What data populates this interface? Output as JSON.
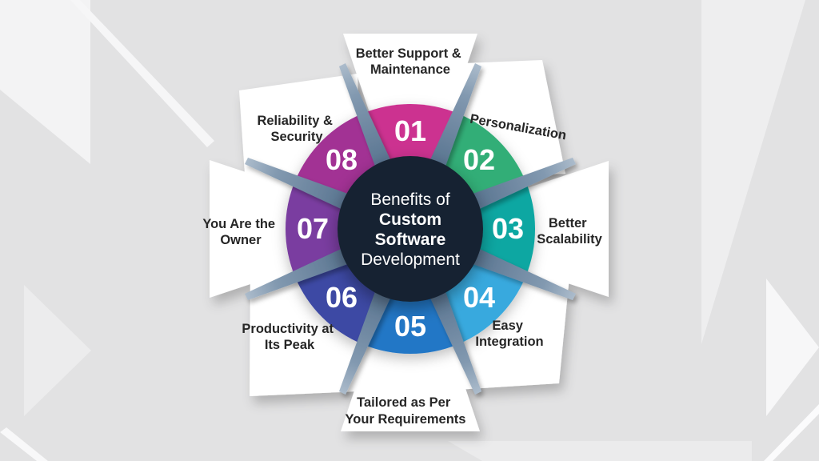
{
  "title": {
    "line1": "Benefits of",
    "line2": "Custom",
    "line3": "Software",
    "line4": "Development"
  },
  "items": [
    {
      "num": "01",
      "label_lines": [
        "Better Support &",
        "Maintenance"
      ],
      "color": "#cc3090"
    },
    {
      "num": "02",
      "label_lines": [
        "Personalization"
      ],
      "color": "#31ae77"
    },
    {
      "num": "03",
      "label_lines": [
        "Better",
        "Scalability"
      ],
      "color": "#10a7a2"
    },
    {
      "num": "04",
      "label_lines": [
        "Easy",
        "Integration"
      ],
      "color": "#38a9de"
    },
    {
      "num": "05",
      "label_lines": [
        "Tailored as Per",
        "Your Requirements"
      ],
      "color": "#2277c6"
    },
    {
      "num": "06",
      "label_lines": [
        "Productivity at",
        "Its Peak"
      ],
      "color": "#3e49a4"
    },
    {
      "num": "07",
      "label_lines": [
        "You Are the",
        "Owner"
      ],
      "color": "#7a3da0"
    },
    {
      "num": "08",
      "label_lines": [
        "Reliability &",
        "Security"
      ],
      "color": "#a23394"
    }
  ],
  "colors": {
    "background": "#e2e2e3",
    "center_circle": "#172330",
    "spoke_inner": "#4a6380",
    "spoke_outer": "#b6c4d2",
    "wedge": "#ffffff",
    "label_text": "#262626",
    "number_text": "#ffffff"
  }
}
